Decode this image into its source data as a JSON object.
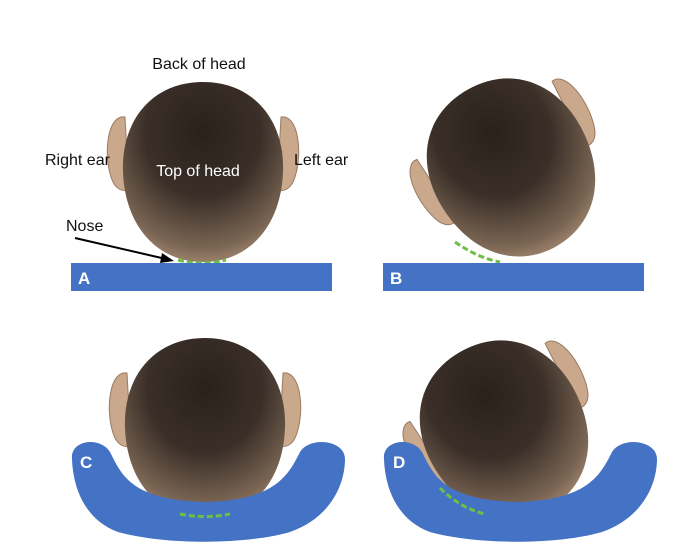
{
  "labels": {
    "back_of_head": "Back of head",
    "right_ear": "Right ear",
    "left_ear": "Left ear",
    "top_of_head": "Top of head",
    "nose": "Nose"
  },
  "panels": {
    "a": "A",
    "b": "B",
    "c": "C",
    "d": "D"
  },
  "colors": {
    "support": "#4472c4",
    "skin": "#c9a88c",
    "hair_dark": "#2e2520",
    "contact": "#6dbf45"
  }
}
